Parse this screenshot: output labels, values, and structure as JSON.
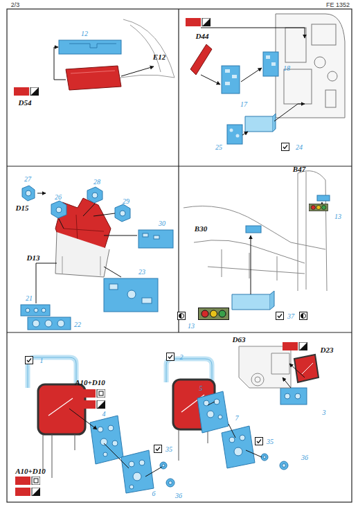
{
  "diagram": {
    "labels": [
      "2/3",
      "FE 1352",
      "12",
      "E12",
      "D54",
      "D44",
      "18",
      "17",
      "24",
      "25",
      "27",
      "26",
      "28",
      "29",
      "D15",
      "30",
      "D13",
      "21",
      "22",
      "23",
      "B47",
      "13",
      "B30",
      "13",
      "37",
      "1",
      "2",
      "A10+D10",
      "D63",
      "D23",
      "5",
      "7",
      "35",
      "36",
      "4",
      "A10+D10",
      "6",
      "35",
      "36",
      "3"
    ]
  }
}
